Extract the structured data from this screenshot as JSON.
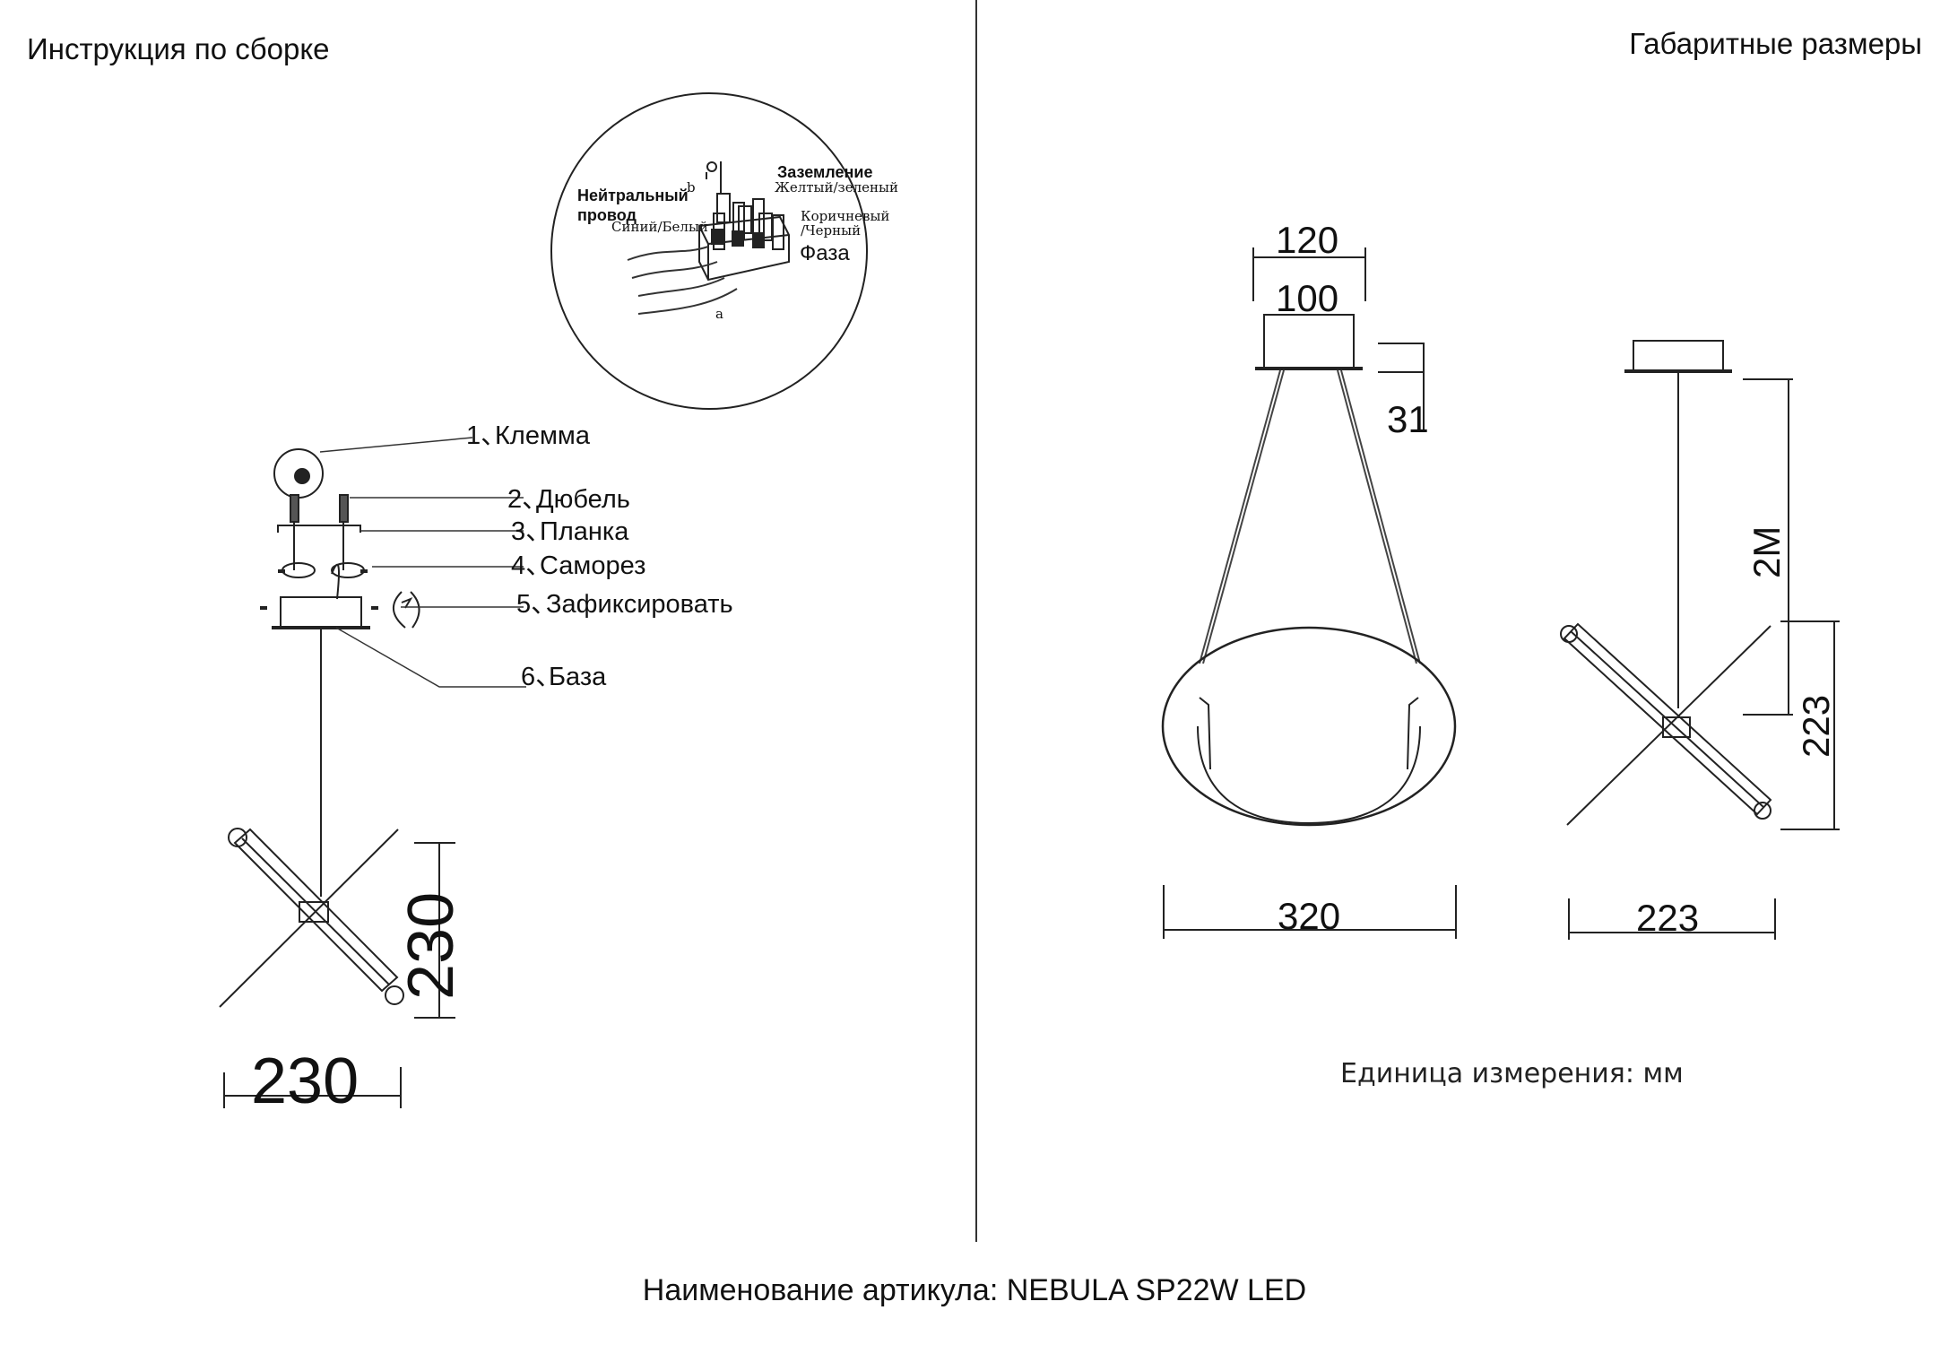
{
  "header": {
    "left_title": "Инструкция по сборке",
    "right_title": "Габаритные размеры"
  },
  "wiring_detail": {
    "earth_label": "Заземление",
    "earth_colors": "Желтый/зеленый",
    "neutral_label_line1": "Нейтральный",
    "neutral_label_line2": "провод",
    "neutral_colors": "Синий/Белый",
    "phase_colors_line1": "Коричневый",
    "phase_colors_line2": "/Черный",
    "phase_label": "Фаза",
    "b_mark": "b",
    "a_mark": "a"
  },
  "assembly_parts": [
    {
      "num": "1、",
      "label": "Клемма"
    },
    {
      "num": "2、",
      "label": "Дюбель"
    },
    {
      "num": "3、",
      "label": "Планка"
    },
    {
      "num": "4、",
      "label": "Саморез"
    },
    {
      "num": "5、",
      "label": "Зафиксировать"
    },
    {
      "num": "6、",
      "label": "База"
    }
  ],
  "assembly_dimensions": {
    "width": "230",
    "height": "230"
  },
  "front_view_dimensions": {
    "canopy_outer": "120",
    "canopy_inner": "100",
    "canopy_height": "31",
    "ring_diameter": "320"
  },
  "side_view_dimensions": {
    "cable_length": "2M",
    "lamp_height": "223",
    "lamp_width": "223"
  },
  "units_note": "Единица измерения: мм",
  "footer": {
    "article": "Наименование артикула: NEBULA SP22W LED"
  }
}
